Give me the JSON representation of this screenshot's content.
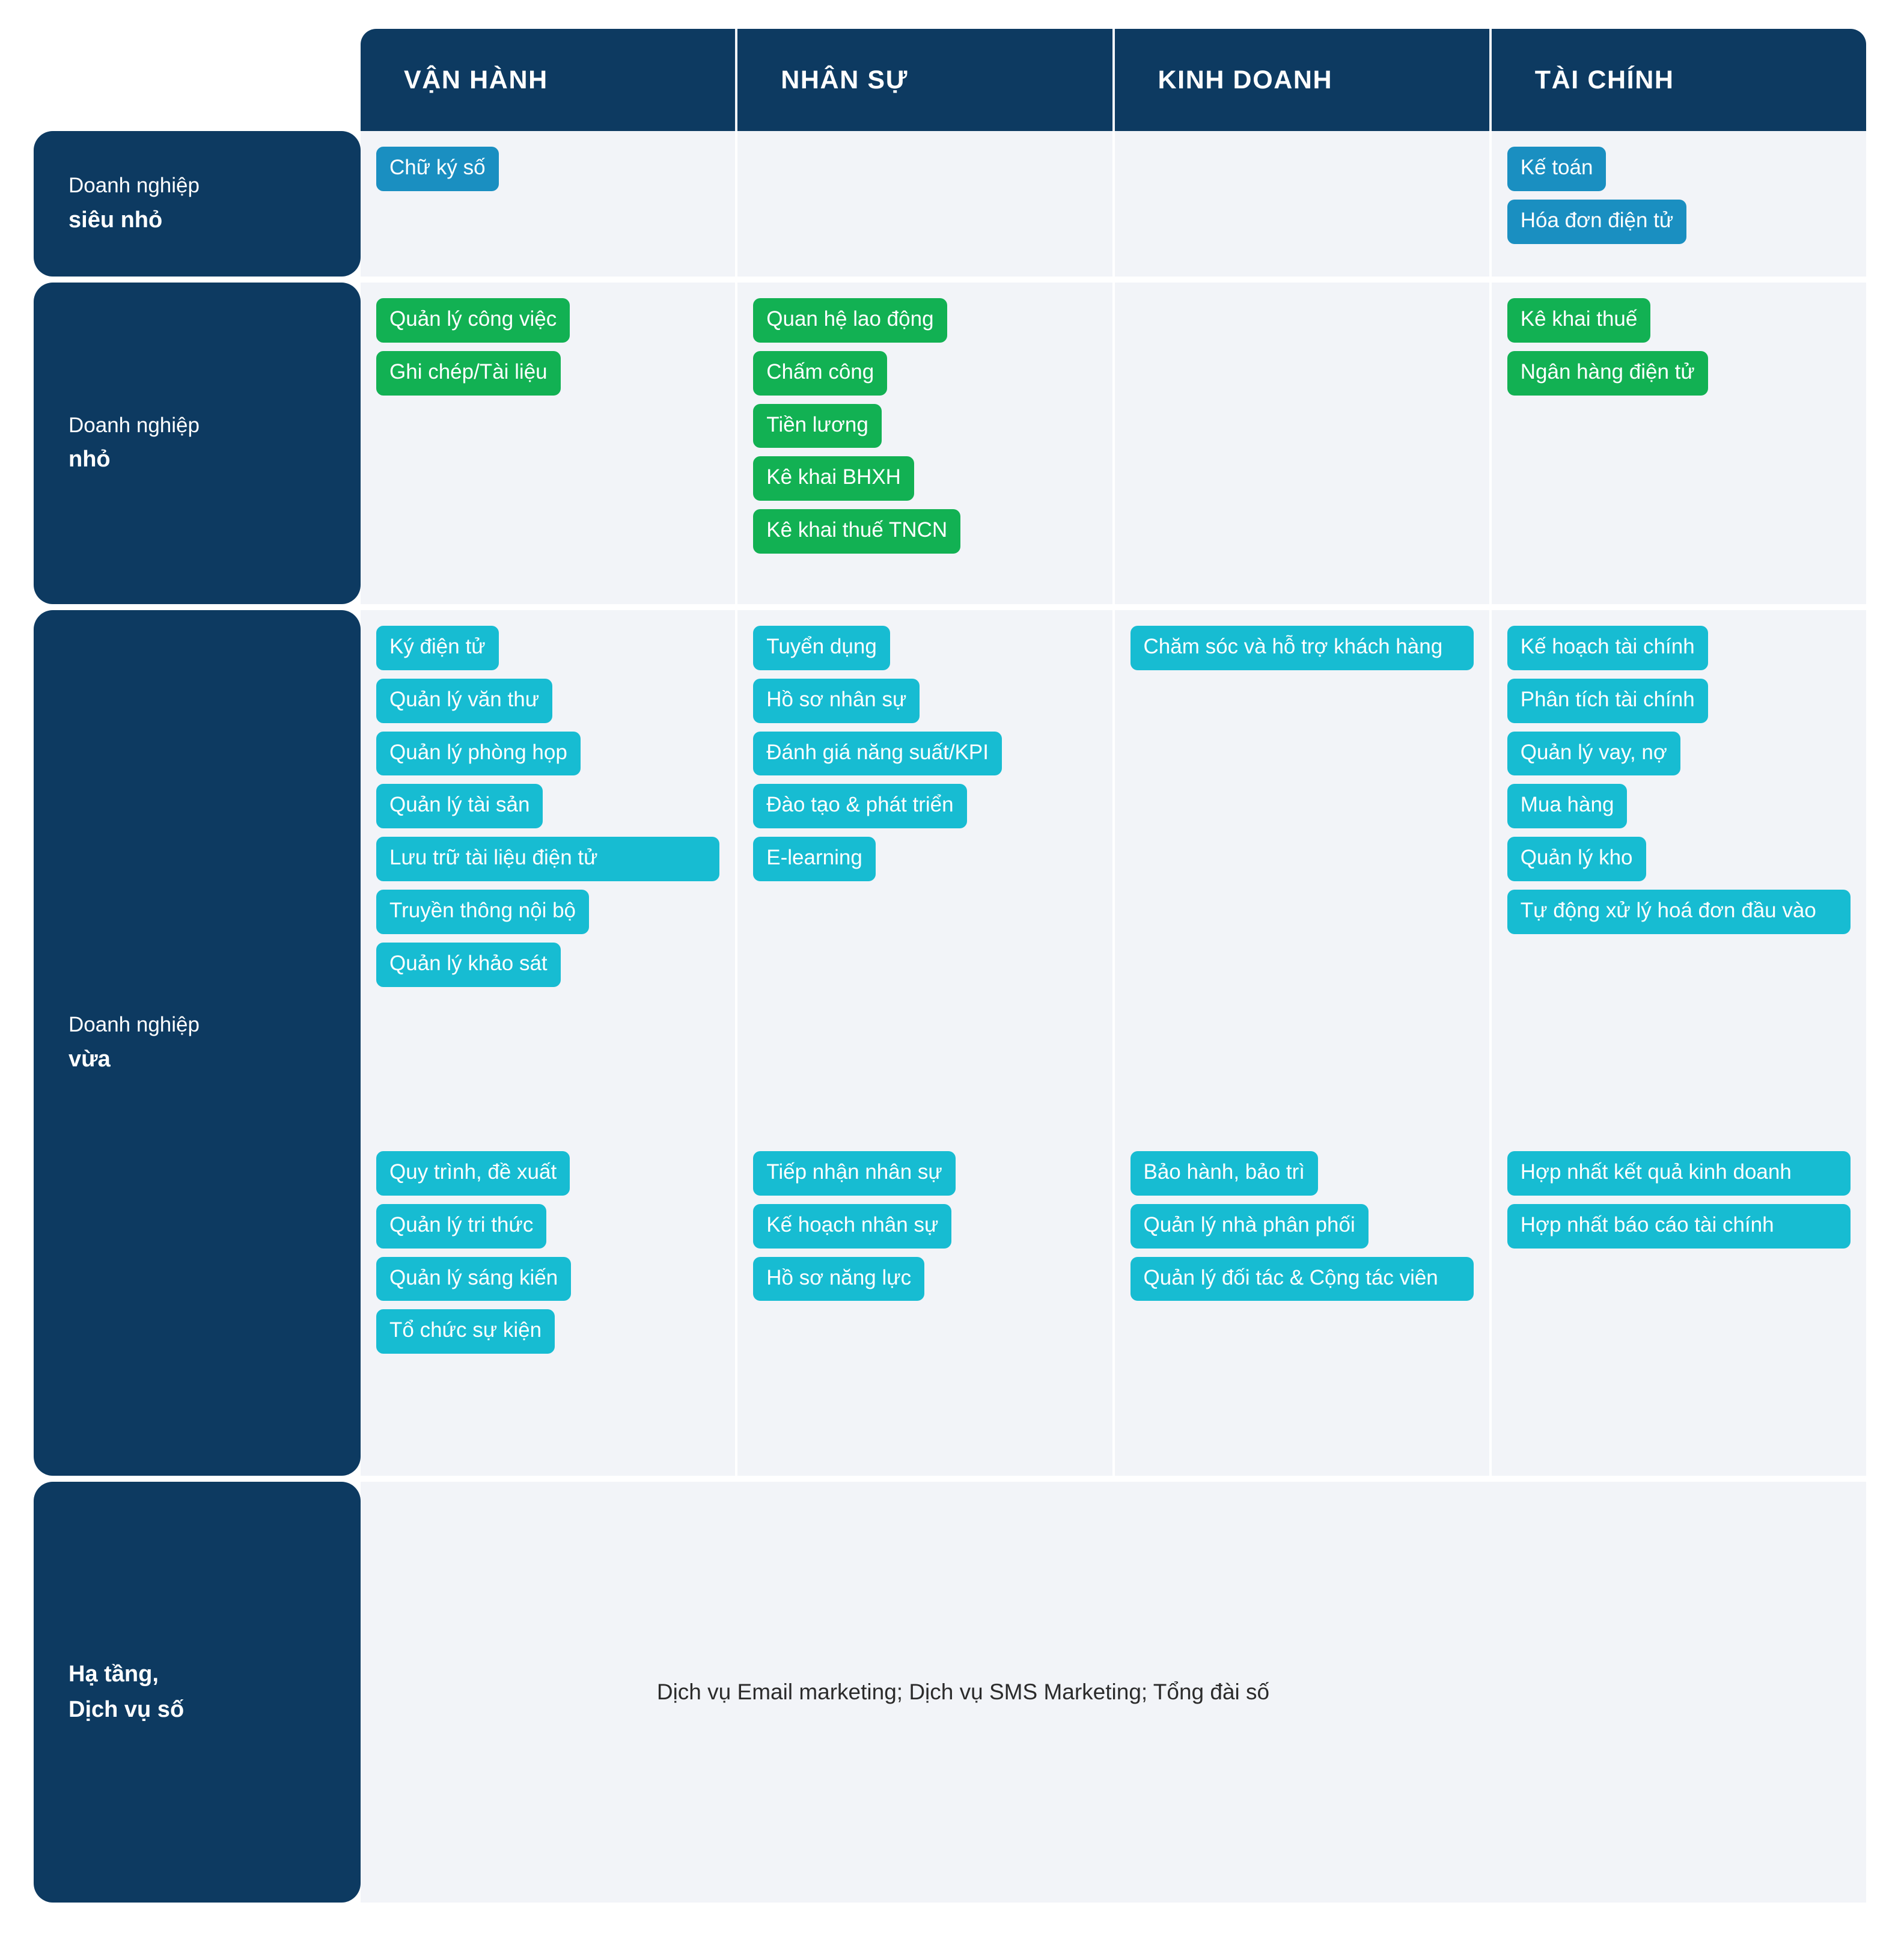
{
  "header": {
    "columns": [
      {
        "label": "VẬN HÀNH"
      },
      {
        "label": "NHÂN SỰ"
      },
      {
        "label": "KINH DOANH"
      },
      {
        "label": "TÀI CHÍNH"
      }
    ]
  },
  "colors": {
    "navy": "#0D3A61",
    "blue": "#1A8FC1",
    "green": "#12B153",
    "cyan": "#17BCD2",
    "cell_bg": "#f2f4f8"
  },
  "rows": [
    {
      "key": "micro",
      "label_line1": "Doanh nghiệp",
      "label_line2": "siêu nhỏ",
      "chip_color": "blue",
      "columns": [
        {
          "name": "van-hanh",
          "items": [
            "Chữ ký số"
          ]
        },
        {
          "name": "nhan-su",
          "items": []
        },
        {
          "name": "kinh-doanh",
          "items": []
        },
        {
          "name": "tai-chinh",
          "items": [
            "Kế toán",
            "Hóa đơn điện tử"
          ]
        }
      ]
    },
    {
      "key": "small",
      "label_line1": "Doanh nghiệp",
      "label_line2": "nhỏ",
      "chip_color": "green",
      "columns": [
        {
          "name": "van-hanh",
          "items": [
            "Quản lý công việc",
            "Ghi chép/Tài liệu"
          ]
        },
        {
          "name": "nhan-su",
          "items": [
            "Quan hệ lao động",
            "Chấm công",
            "Tiền lương",
            "Kê khai BHXH",
            "Kê khai thuế TNCN"
          ]
        },
        {
          "name": "kinh-doanh",
          "items": []
        },
        {
          "name": "tai-chinh",
          "items": [
            "Kê khai thuế",
            "Ngân hàng điện tử"
          ]
        }
      ]
    },
    {
      "key": "medium",
      "label_line1": "Doanh nghiệp",
      "label_line2": "vừa",
      "chip_color": "cyan",
      "columns": [
        {
          "name": "van-hanh",
          "items_top": [
            "Ký điện tử",
            "Quản lý văn thư",
            "Quản lý phòng họp",
            "Quản lý tài sản",
            "Lưu trữ tài liệu điện tử",
            "Truyền thông nội bộ",
            "Quản lý khảo sát"
          ],
          "items_bottom": [
            "Quy trình, đề xuất",
            "Quản lý tri thức",
            "Quản lý sáng kiến",
            "Tổ chức sự kiện"
          ]
        },
        {
          "name": "nhan-su",
          "items_top": [
            "Tuyển dụng",
            "Hồ sơ nhân sự",
            "Đánh giá năng suất/KPI",
            "Đào tạo & phát triển",
            "E-learning"
          ],
          "items_bottom": [
            "Tiếp nhận nhân sự",
            "Kế hoạch nhân sự",
            "Hồ sơ năng lực"
          ]
        },
        {
          "name": "kinh-doanh",
          "items_top": [
            "Chăm sóc và hỗ trợ khách hàng"
          ],
          "items_bottom": [
            "Bảo hành, bảo trì",
            "Quản lý nhà phân phối",
            "Quản lý đối tác & Cộng tác viên"
          ]
        },
        {
          "name": "tai-chinh",
          "items_top": [
            "Kế hoạch tài chính",
            "Phân tích tài chính",
            "Quản lý vay, nợ",
            "Mua hàng",
            "Quản lý kho",
            "Tự động xử lý hoá đơn đầu vào"
          ],
          "items_bottom": [
            "Hợp nhất kết quả kinh doanh",
            "Hợp nhất báo cáo tài chính"
          ]
        }
      ]
    }
  ],
  "infra": {
    "label_line1": "Hạ tầng,",
    "label_line2": "Dịch vụ số",
    "text": "Dịch vụ Email marketing; Dịch vụ SMS Marketing; Tổng đài số"
  }
}
